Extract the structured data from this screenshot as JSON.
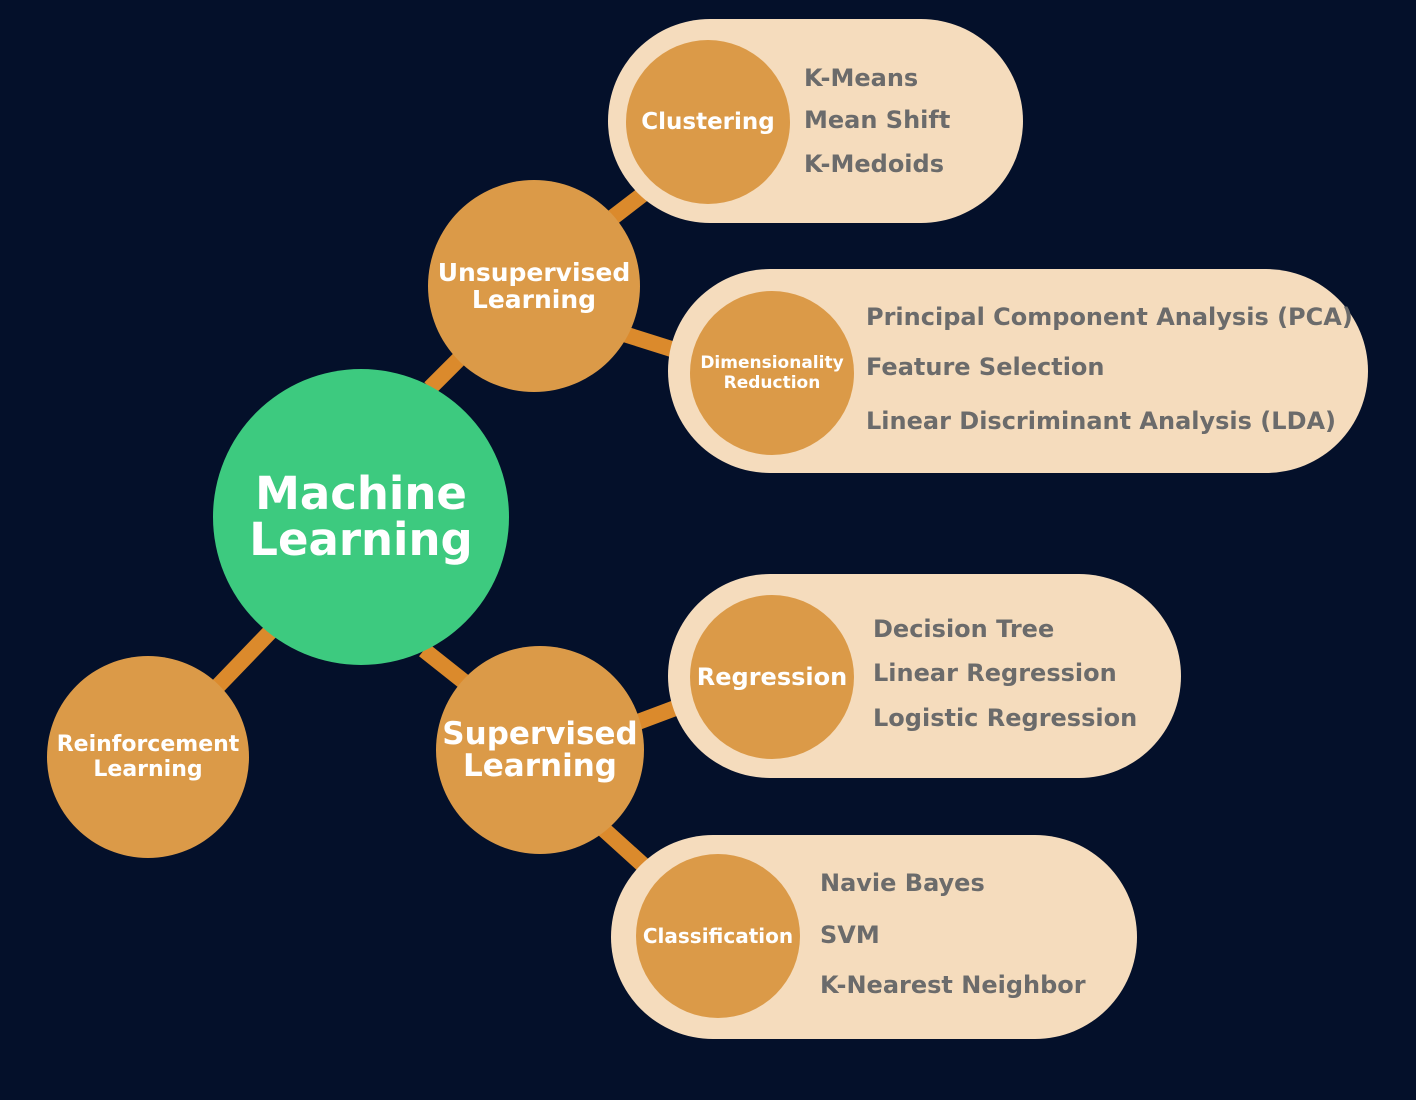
{
  "colors": {
    "background": "#04102a",
    "root_node": "#3dca7f",
    "branch_node": "#db9a48",
    "connector": "#db8a2c",
    "group_pill": "#f5dcbd",
    "item_text": "#6b6b6b"
  },
  "root": {
    "line1": "Machine",
    "line2": "Learning"
  },
  "branches": {
    "unsupervised": {
      "line1": "Unsupervised",
      "line2": "Learning"
    },
    "supervised": {
      "line1": "Supervised",
      "line2": "Learning"
    },
    "reinforcement": {
      "line1": "Reinforcement",
      "line2": "Learning"
    }
  },
  "groups": {
    "clustering": {
      "label": "Clustering",
      "items": [
        "K-Means",
        "Mean Shift",
        "K-Medoids"
      ]
    },
    "dimensionality": {
      "label_line1": "Dimensionality",
      "label_line2": "Reduction",
      "items": [
        "Principal Component Analysis (PCA)",
        "Feature Selection",
        "Linear Discriminant Analysis (LDA)"
      ]
    },
    "regression": {
      "label": "Regression",
      "items": [
        "Decision Tree",
        "Linear Regression",
        "Logistic Regression"
      ]
    },
    "classification": {
      "label": "Classification",
      "items": [
        "Navie Bayes",
        "SVM",
        "K-Nearest Neighbor"
      ]
    }
  }
}
